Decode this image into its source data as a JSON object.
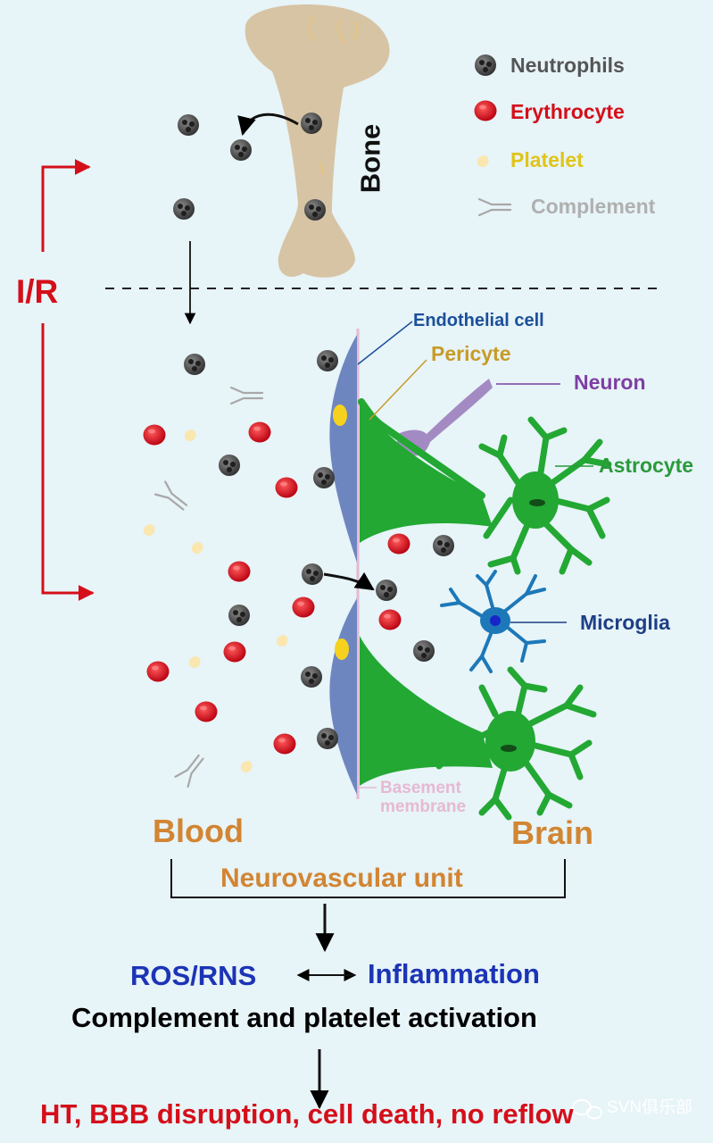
{
  "legend": {
    "neutrophils": "Neutrophils",
    "erythrocyte": "Erythrocyte",
    "platelet": "Platelet",
    "complement": "Complement"
  },
  "labels": {
    "bone": "Bone",
    "ir": "I/R",
    "endothelial": "Endothelial cell",
    "pericyte": "Pericyte",
    "neuron": "Neuron",
    "astrocyte": "Astrocyte",
    "microglia": "Microglia",
    "basement_1": "Basement",
    "basement_2": "membrane",
    "blood": "Blood",
    "brain": "Brain",
    "nvu": "Neurovascular unit",
    "ros": "ROS/RNS",
    "inflammation": "Inflammation",
    "activation": "Complement and platelet activation",
    "outcome": "HT, BBB disruption, cell death, no reflow",
    "watermark": "SVN俱乐部"
  },
  "colors": {
    "background": "#e7f4f8",
    "neutrophil": "#4a4a4a",
    "erythrocyte": "#d8101c",
    "platelet": "#fae7b0",
    "complement": "#a8a8a8",
    "bone": "#d7c4a4",
    "ir_red": "#d40f1a",
    "endothelial": "#6e86c0",
    "pericyte": "#f1a962",
    "astrocyte": "#23a833",
    "neuron": "#a48ac2",
    "microglia": "#1c78b8",
    "label_blue": "#1b4f9b",
    "label_orange": "#d28532",
    "label_gold": "#c89b28",
    "label_purple": "#7d3fa2",
    "label_green": "#2a9a3b",
    "label_navy": "#1e3f86",
    "label_pink": "#e6b9d2",
    "label_ros_blue": "#1c34b6"
  }
}
